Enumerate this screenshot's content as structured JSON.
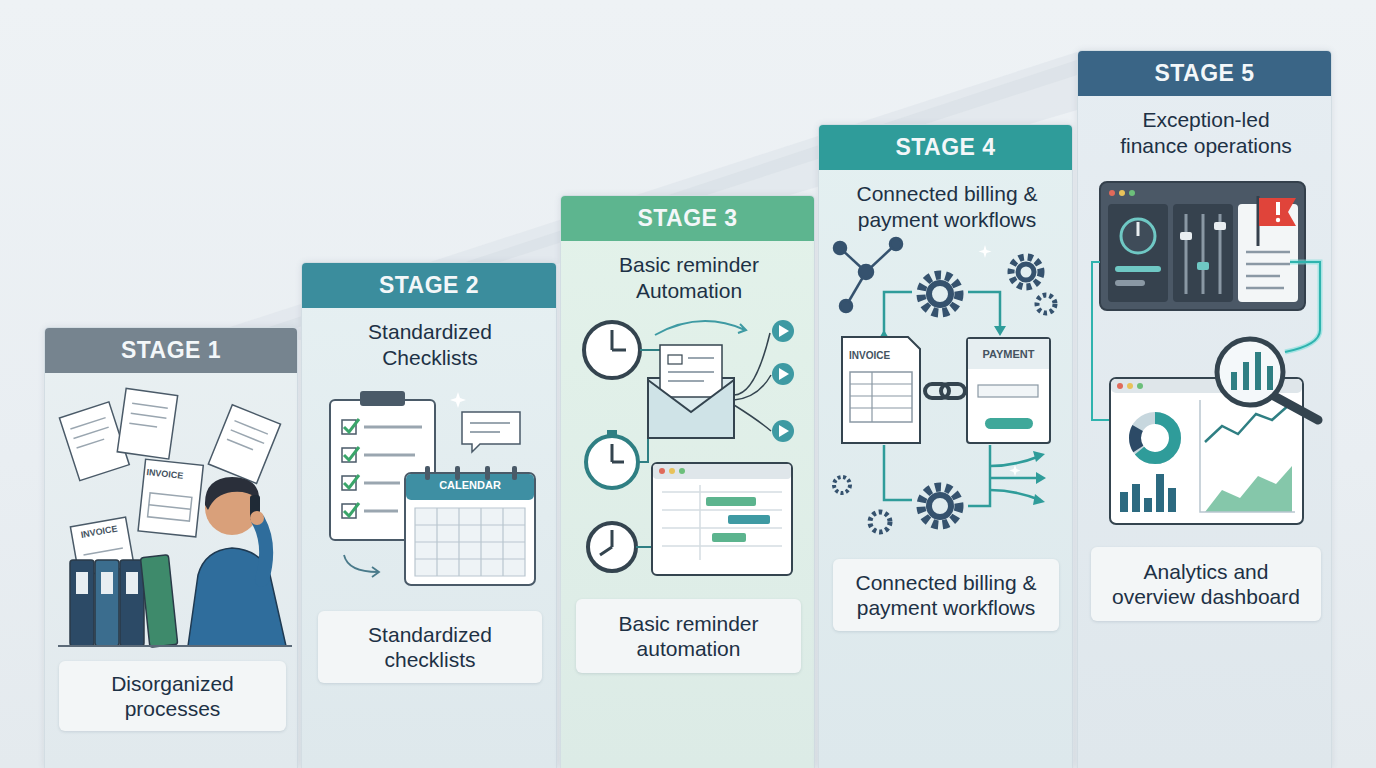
{
  "diagram": {
    "nodes": [
      {
        "text": [
          "STAGE 1"
        ]
      },
      {
        "text": [
          "Disorganized processes"
        ],
        "in": 0
      },
      {
        "text": [
          "STAGE 2",
          "Standardized Checklists"
        ]
      },
      {
        "text": [
          "Standardized checklists"
        ],
        "in": 2
      },
      {
        "text": [
          "STAGE 3",
          "Basic reminder Automation"
        ]
      },
      {
        "text": [
          "Basic reminder automation"
        ],
        "in": 4
      },
      {
        "text": [
          "STAGE 4",
          "Connected billing & payment workflows"
        ]
      },
      {
        "text": [
          "Connected billing & payment workflows"
        ],
        "in": 6
      },
      {
        "text": [
          "STAGE 5",
          "Exception-led finance operations"
        ]
      },
      {
        "text": [
          "Analytics and overview dashboard"
        ],
        "in": 8
      }
    ],
    "labels": [
      "INVOICE",
      "INVOICE",
      "CALENDAR",
      "INVOICE",
      "PAYMENT"
    ]
  }
}
